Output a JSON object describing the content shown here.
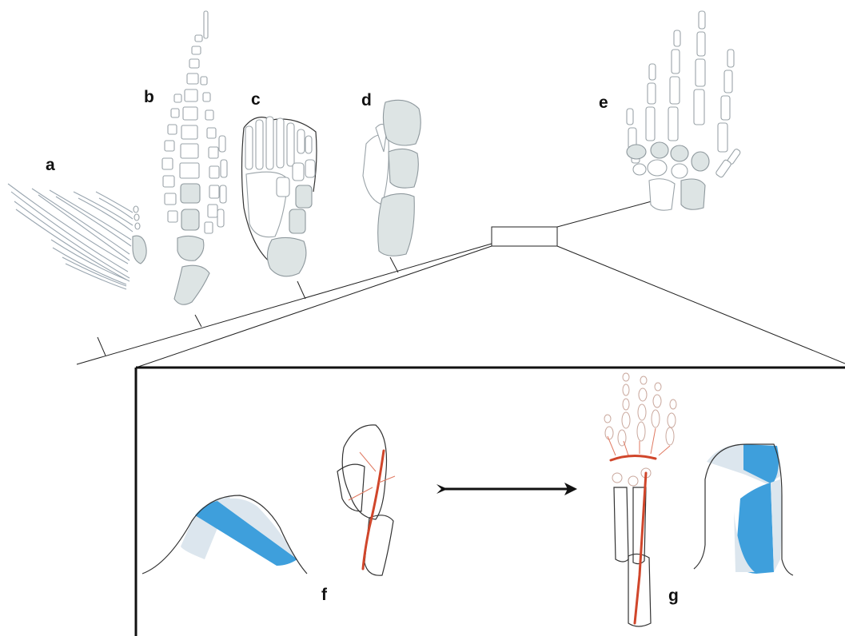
{
  "panels": {
    "a": "a",
    "b": "b",
    "c": "c",
    "d": "d",
    "e": "e",
    "f": "f",
    "g": "g"
  },
  "colors": {
    "bone_fill": "#dde4e4",
    "blue": "#3e9fdc",
    "light_blue": "#dce6ee",
    "red": "#d0462b",
    "frame": "#111111"
  }
}
